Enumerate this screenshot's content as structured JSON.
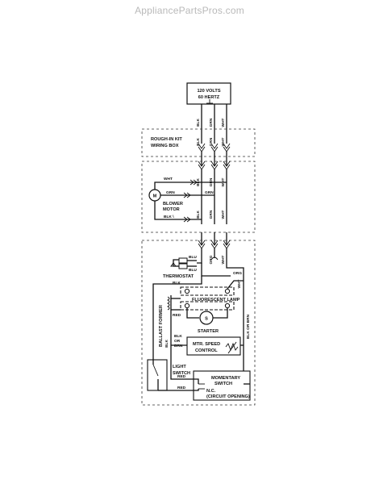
{
  "watermark": "AppliancePartsPros.com",
  "power": {
    "line1": "120 VOLTS",
    "line2": "60 HERTZ"
  },
  "wiring_box": {
    "line1": "ROUGH-IN KIT",
    "line2": "WIRING BOX"
  },
  "motor": {
    "symbol": "M",
    "line1": "BLOWER",
    "line2": "MOTOR"
  },
  "starter_symbol": "S",
  "components": {
    "thermostat": "THERMOSTAT",
    "fluorescent_lamp": "FLUORESCENT LAMP",
    "starter": "STARTER",
    "ballast": "BALLAST FORMER",
    "speed_control_1": "MTR. SPEED",
    "speed_control_2": "CONTROL",
    "light_switch_1": "LIGHT",
    "light_switch_2": "SWITCH",
    "momentary_1": "MOMENTARY",
    "momentary_2": "SWITCH",
    "nc_1": "N.C.",
    "nc_2": "(CIRCUIT OPENING)"
  },
  "wire_colors": {
    "blk": "BLK",
    "grn": "GRN",
    "wht": "WHT",
    "blu": "BLU",
    "org": "ORG",
    "red": "RED",
    "blk_or_brn": "BLK OR BRN",
    "blk_l": "BLK \\",
    "blk_or": "BLK",
    "or": "OR",
    "brn": "BRN"
  }
}
